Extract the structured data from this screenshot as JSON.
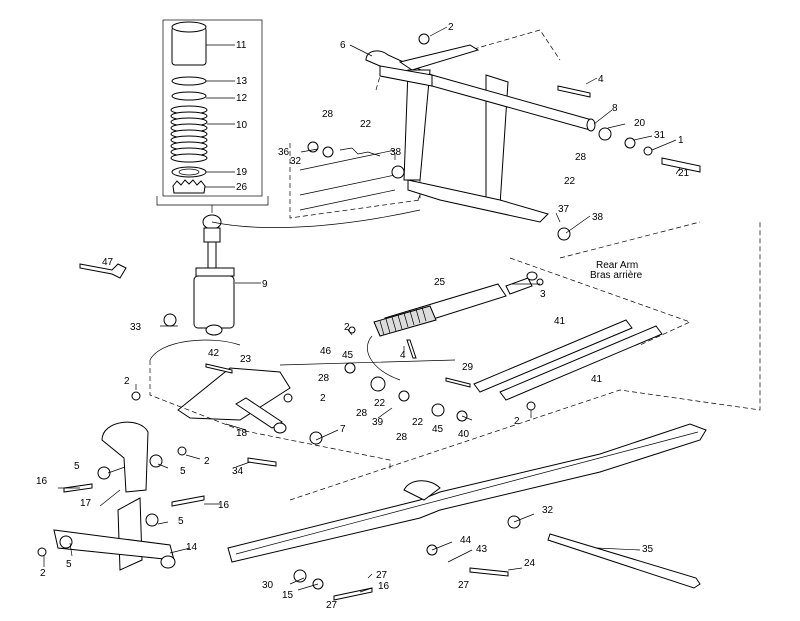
{
  "diagram": {
    "callouts": [
      "1",
      "2",
      "3",
      "4",
      "5",
      "6",
      "7",
      "8",
      "9",
      "10",
      "11",
      "12",
      "13",
      "14",
      "15",
      "16",
      "17",
      "18",
      "19",
      "20",
      "21",
      "22",
      "23",
      "24",
      "25",
      "26",
      "27",
      "28",
      "29",
      "30",
      "31",
      "32",
      "33",
      "34",
      "35",
      "36",
      "37",
      "38",
      "39",
      "40",
      "41",
      "42",
      "43",
      "44",
      "45",
      "46",
      "47"
    ],
    "rear_arm_label_en": "Rear Arm",
    "rear_arm_label_fr": "Bras arrière"
  }
}
